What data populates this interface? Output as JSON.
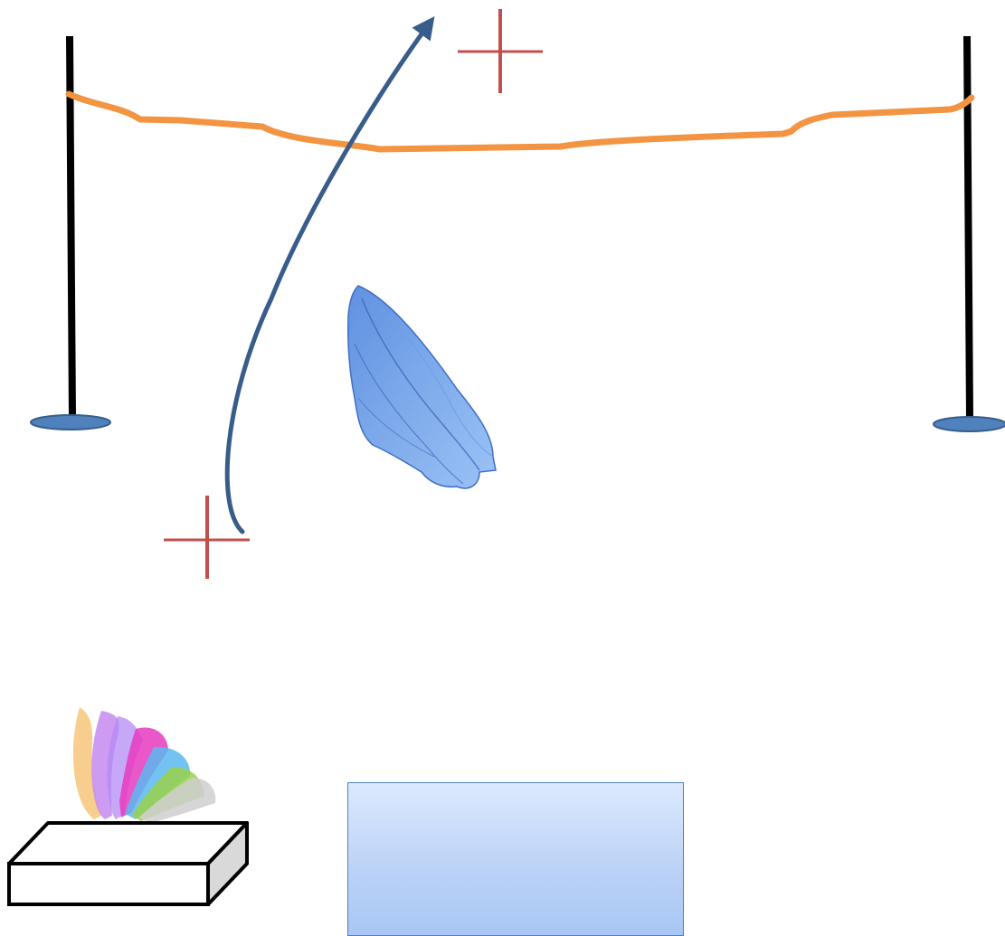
{
  "scene": {
    "colors": {
      "rope": "#f39443",
      "pole": "#000000",
      "pole_base": "#4f81bd",
      "target_cross": "#c0504d",
      "throw_arrow": "#385d8a",
      "scarf_blue": "#3a7de0",
      "mat_top": "#dce9fd",
      "mat_bottom": "#a9c6f4",
      "box_outline": "#000000",
      "box_side": "#d9d9d9"
    },
    "scarf_colors": [
      "#f7c57a",
      "#c58af0",
      "#e63ac0",
      "#5bb8f0",
      "#9ad14a",
      "#cfcfcf"
    ],
    "elements": {
      "left_pole": "pole",
      "right_pole": "pole",
      "rope": "rope",
      "start_cross": "cross",
      "target_cross": "cross",
      "throw_path": "arrow",
      "blue_scarf": "scarf",
      "scarf_box": "box",
      "landing_mat": "mat"
    }
  }
}
